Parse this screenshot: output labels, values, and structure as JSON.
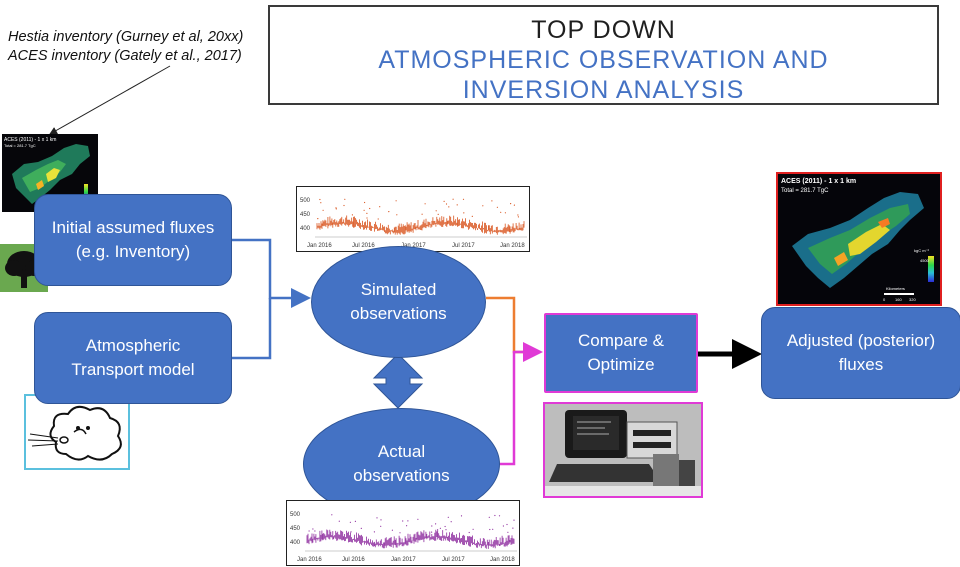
{
  "citation": {
    "line1": "Hestia inventory (Gurney et al, 20xx)",
    "line2": "ACES inventory (Gately et al., 2017)"
  },
  "title": {
    "line1": "TOP DOWN",
    "line2": "ATMOSPHERIC OBSERVATION AND",
    "line3": "INVERSION ANALYSIS"
  },
  "boxes": {
    "initial_line1": "Initial assumed fluxes",
    "initial_line2": "(e.g. Inventory)",
    "transport_line1": "Atmospheric",
    "transport_line2": "Transport model",
    "simulated_line1": "Simulated",
    "simulated_line2": "observations",
    "actual_line1": "Actual",
    "actual_line2": "observations",
    "compare_line1": "Compare &",
    "compare_line2": "Optimize",
    "adjusted_line1": "Adjusted (posterior)",
    "adjusted_line2": "fluxes"
  },
  "map_small": {
    "title": "ACES (2011) - 1 x 1 km",
    "total": "Total = 281.7 TgC"
  },
  "map_large": {
    "title": "ACES (2011) - 1 x 1 km",
    "total": "Total = 281.7 TgC",
    "unit": "kgC m⁻²",
    "scale_max": "4500",
    "scale_label": "Kilometers",
    "scale_ticks": [
      "0",
      "160",
      "320"
    ]
  },
  "plots": {
    "simulated": {
      "y_ticks": [
        "500",
        "450",
        "400"
      ],
      "x_ticks": [
        "Jan 2016",
        "Jul 2016",
        "Jan 2017",
        "Jul 2017",
        "Jan 2018"
      ],
      "color": "#d9541e"
    },
    "actual": {
      "y_ticks": [
        "500",
        "450",
        "400"
      ],
      "x_ticks": [
        "Jan 2016",
        "Jul 2016",
        "Jan 2017",
        "Jul 2017",
        "Jan 2018"
      ],
      "color": "#8e2c9e"
    }
  },
  "colors": {
    "box_blue": "#4472c4",
    "title_blue": "#4472c4",
    "arrow_orange": "#ed7d31",
    "arrow_magenta": "#e03ad6",
    "arrow_black": "#000000"
  },
  "icons": {
    "tree": "tree-icon",
    "wind": "wind-cloud-icon",
    "computer": "computer-photo"
  }
}
